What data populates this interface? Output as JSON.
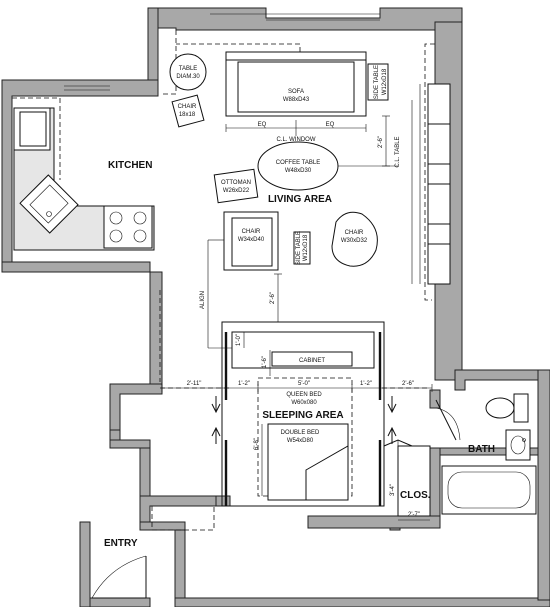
{
  "rooms": {
    "kitchen": "KITCHEN",
    "living": "LIVING AREA",
    "sleeping": "SLEEPING AREA",
    "bath": "BATH",
    "entry": "ENTRY",
    "closet": "CLOS."
  },
  "furniture": {
    "table": [
      "TABLE",
      "DIAM.30"
    ],
    "chair_small": [
      "CHAIR",
      "18x18"
    ],
    "sofa": [
      "SOFA",
      "W88xD43"
    ],
    "side_table_top": [
      "SIDE TABLE",
      "W12xD18"
    ],
    "coffee_table": [
      "COFFEE TABLE",
      "W48xD30"
    ],
    "ottoman": [
      "OTTOMAN",
      "W26xD22"
    ],
    "chair_left": [
      "CHAIR",
      "W34xD40"
    ],
    "side_table_mid": [
      "SIDE TABLE",
      "W12xD18"
    ],
    "chair_right": [
      "CHAIR",
      "W30xD32"
    ],
    "cabinet": "CABINET",
    "queen_bed": [
      "QUEEN BED",
      "W60x080"
    ],
    "double_bed": [
      "DOUBLE BED",
      "W54xD80"
    ]
  },
  "annotations": {
    "eq": "EQ",
    "cl_window": "C.L. WINDOW",
    "cl_table": "C.L. TABLE",
    "align": "ALIGN"
  },
  "dimensions": {
    "d_2_6_table": "2'-6\"",
    "d_2_6_chair": "2'-6\"",
    "d_1_0": "1'-0\"",
    "d_1_6": "1'-6\"",
    "d_2_11": "2'-11\"",
    "d_1_2_left": "1'-2\"",
    "d_5_0": "5'-0\"",
    "d_1_2_right": "1'-2\"",
    "d_2_6_right": "2'-6\"",
    "d_6_8": "6'-8\"",
    "d_3_4": "3'-4\"",
    "d_2_7": "2'-7\""
  }
}
